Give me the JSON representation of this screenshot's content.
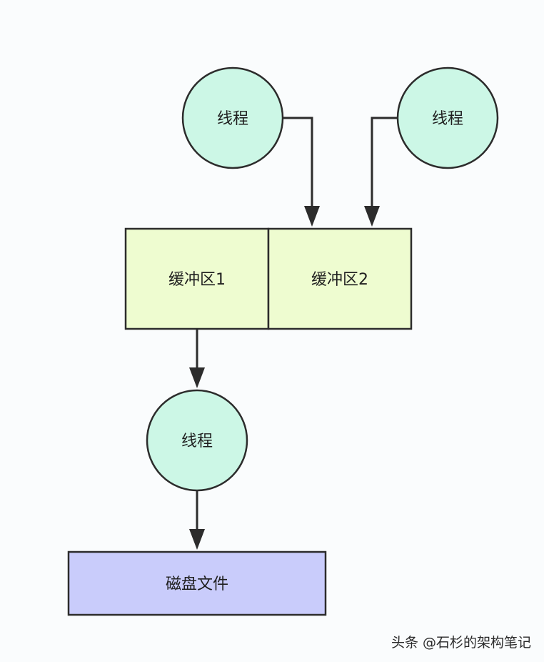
{
  "diagram": {
    "colors": {
      "thread_fill": "#ccf7e6",
      "buffer_fill": "#eefcd0",
      "disk_fill": "#c9ccfb",
      "stroke": "#2c2c2c",
      "background": "#fafcfd"
    },
    "thread_top_left": {
      "label": "线程"
    },
    "thread_top_right": {
      "label": "线程"
    },
    "buffer_1": {
      "label": "缓冲区1"
    },
    "buffer_2": {
      "label": "缓冲区2"
    },
    "thread_bottom": {
      "label": "线程"
    },
    "disk_file": {
      "label": "磁盘文件"
    }
  },
  "watermark": {
    "text": "头条 @石杉的架构笔记"
  }
}
